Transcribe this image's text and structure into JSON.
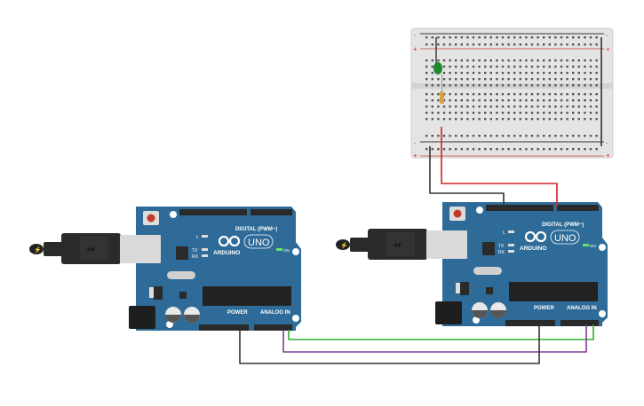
{
  "workspace": {
    "arduino_board": {
      "brand_label": "ARDUINO",
      "model_label": "UNO",
      "digital_header_label": "DIGITAL (PWM~)",
      "power_label": "POWER",
      "analog_label": "ANALOG IN",
      "on_led_label": "ON",
      "tx_label": "TX",
      "rx_label": "RX",
      "l_label": "L",
      "board_color": "#2e6b98"
    },
    "breadboard": {
      "plus_label": "+",
      "minus_label": "-",
      "led_color": "#1e8a2a"
    },
    "wire_colors": {
      "green": "#2fae2f",
      "purple": "#7d3c98",
      "black": "#333333",
      "red": "#d62020"
    }
  }
}
